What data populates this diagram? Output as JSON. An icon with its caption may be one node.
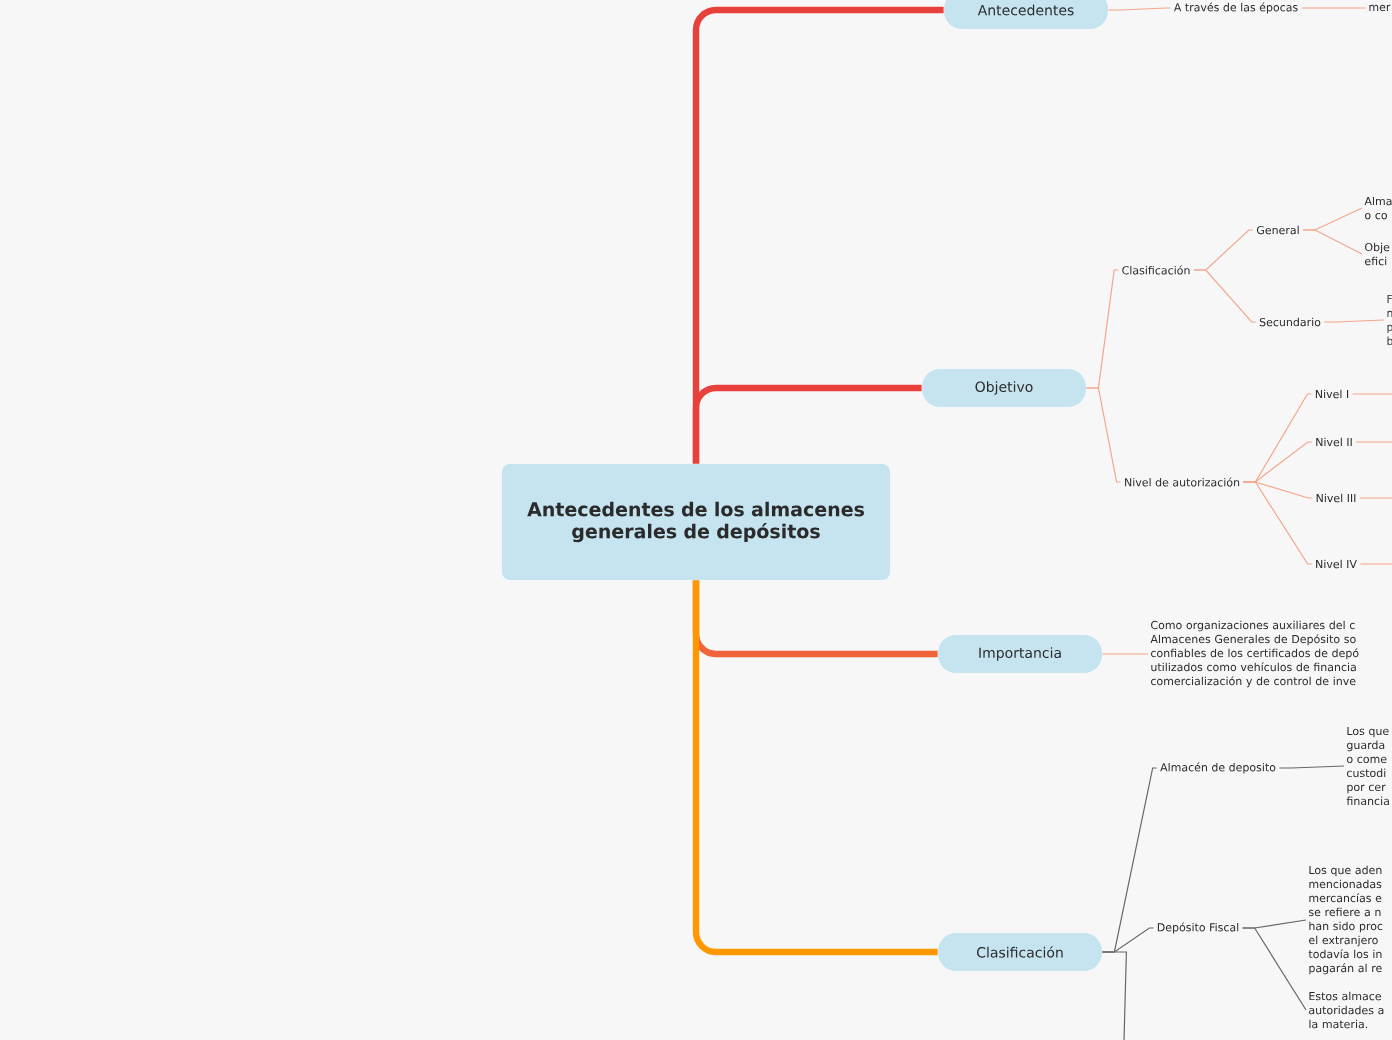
{
  "diagram": {
    "nodes": [
      {
        "text": [
          "Antecedentes de los almacenes generales de depósitos"
        ]
      },
      {
        "text": [
          "Antecedentes"
        ]
      },
      {
        "text": [
          "A través de las épocas"
        ]
      },
      {
        "text": [
          "mer"
        ]
      },
      {
        "text": [
          "Objetivo"
        ]
      },
      {
        "text": [
          "Clasificación"
        ]
      },
      {
        "text": [
          "General"
        ]
      },
      {
        "text": [
          "Alma o co"
        ]
      },
      {
        "text": [
          "Obje efici"
        ]
      },
      {
        "text": [
          "Secundario"
        ]
      },
      {
        "text": [
          "F n p b"
        ]
      },
      {
        "text": [
          "Nivel de autorización"
        ]
      },
      {
        "text": [
          "Nivel I"
        ]
      },
      {
        "text": [
          "Nivel II"
        ]
      },
      {
        "text": [
          "Nivel III"
        ]
      },
      {
        "text": [
          "Nivel IV"
        ]
      },
      {
        "text": [
          "Importancia"
        ]
      },
      {
        "text": [
          "Como organizaciones auxiliares del c Almacenes Generales de Depósito so confiables de los certificados de depó utilizados como vehículos de financia comercialización y de control de inve"
        ]
      },
      {
        "text": [
          "Clasificación"
        ]
      },
      {
        "text": [
          "Almacén de deposito"
        ]
      },
      {
        "text": [
          "Los que guarda o come custodi por cer financia"
        ]
      },
      {
        "text": [
          "Depósito Fiscal"
        ]
      },
      {
        "text": [
          "Los que aden mencionadas mercancías e se refiere a n han sido proc el extranjero todavía los in pagarán al re"
        ]
      },
      {
        "text": [
          "Estos almace autoridades a la materia."
        ]
      }
    ],
    "edges": [
      {
        "from": 0,
        "to": 1,
        "arrow": "none",
        "style": "thick",
        "color": "#e8413b"
      },
      {
        "from": 0,
        "to": 4,
        "arrow": "none",
        "style": "thick",
        "color": "#e8413b"
      },
      {
        "from": 0,
        "to": 16,
        "arrow": "none",
        "style": "thick",
        "color": "#f0643c"
      },
      {
        "from": 0,
        "to": 18,
        "arrow": "none",
        "style": "thick",
        "color": "#ff9800"
      },
      {
        "from": 1,
        "to": 2,
        "arrow": "none"
      },
      {
        "from": 2,
        "to": 3,
        "arrow": "none"
      },
      {
        "from": 4,
        "to": 5,
        "arrow": "none"
      },
      {
        "from": 4,
        "to": 11,
        "arrow": "none"
      },
      {
        "from": 5,
        "to": 6,
        "arrow": "none"
      },
      {
        "from": 5,
        "to": 9,
        "arrow": "none"
      },
      {
        "from": 6,
        "to": 7,
        "arrow": "none"
      },
      {
        "from": 6,
        "to": 8,
        "arrow": "none"
      },
      {
        "from": 9,
        "to": 10,
        "arrow": "none"
      },
      {
        "from": 11,
        "to": 12,
        "arrow": "none"
      },
      {
        "from": 11,
        "to": 13,
        "arrow": "none"
      },
      {
        "from": 11,
        "to": 14,
        "arrow": "none"
      },
      {
        "from": 11,
        "to": 15,
        "arrow": "none"
      },
      {
        "from": 12,
        "to": null,
        "arrow": "none"
      },
      {
        "from": 13,
        "to": null,
        "arrow": "none"
      },
      {
        "from": 14,
        "to": null,
        "arrow": "none"
      },
      {
        "from": 15,
        "to": null,
        "arrow": "none"
      },
      {
        "from": 16,
        "to": 17,
        "arrow": "none"
      },
      {
        "from": 18,
        "to": 19,
        "arrow": "none",
        "color": "#666666"
      },
      {
        "from": 18,
        "to": 21,
        "arrow": "none",
        "color": "#666666"
      },
      {
        "from": 19,
        "to": 20,
        "arrow": "none",
        "color": "#666666"
      },
      {
        "from": 21,
        "to": 22,
        "arrow": "none",
        "color": "#666666"
      },
      {
        "from": 21,
        "to": 23,
        "arrow": "none",
        "color": "#666666"
      },
      {
        "from": 18,
        "to": null,
        "arrow": "none",
        "color": "#666666"
      }
    ]
  }
}
